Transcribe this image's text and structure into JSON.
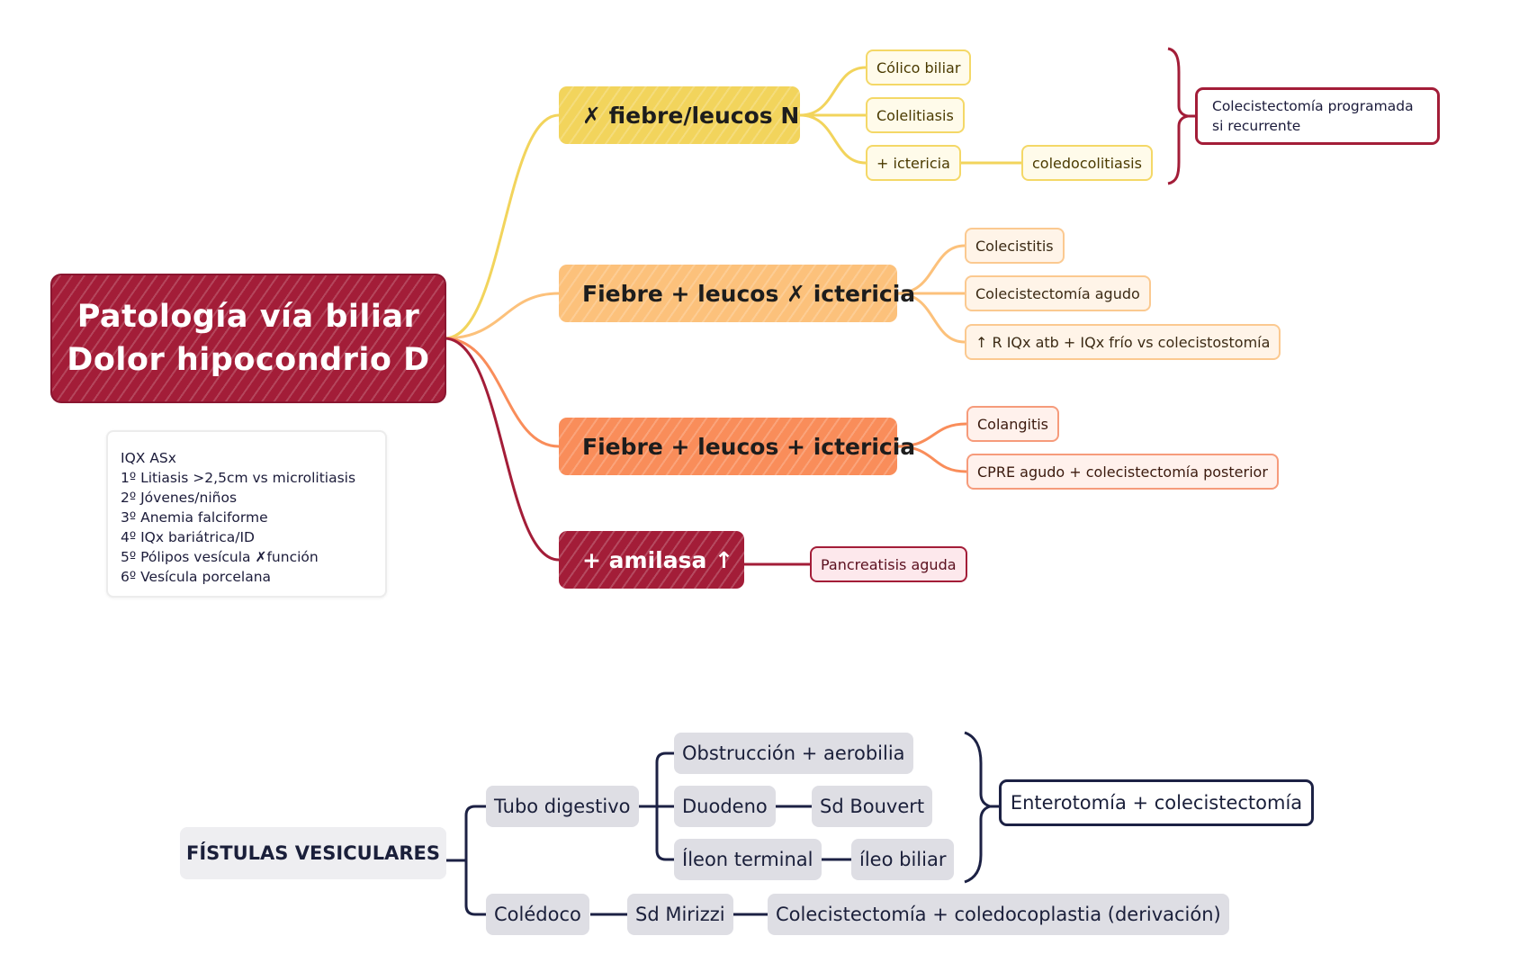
{
  "colors": {
    "root": "#a31d38",
    "branch_yellow": "#f2d45c",
    "branch_light_orange": "#fcc17b",
    "branch_orange": "#f98d5a",
    "branch_red": "#a31d38",
    "navy": "#1c2144",
    "gray_node": "#dedee4"
  },
  "mindmap": {
    "root": {
      "line1": "Patología vía biliar",
      "line2": "Dolor hipocondrio D"
    },
    "branches": [
      {
        "label": "✗ fiebre/leucos N",
        "items": [
          "Cólico biliar",
          "Colelitiasis",
          "+ ictericia"
        ],
        "sub_item": "coledocolitiasis",
        "outcome": "Colecistectomía programada si recurrente"
      },
      {
        "label": "Fiebre + leucos ✗ ictericia",
        "items": [
          "Colecistitis",
          "Colecistectomía agudo",
          "↑ R IQx atb + IQx frío vs colecistostomía"
        ]
      },
      {
        "label": "Fiebre + leucos + ictericia",
        "items": [
          "Colangitis",
          "CPRE agudo + colecistectomía posterior"
        ]
      },
      {
        "label": "+ amilasa ↑",
        "items": [
          "Pancreatisis aguda"
        ]
      }
    ],
    "note": [
      "IQX ASx",
      "1º Litiasis >2,5cm vs microlitiasis",
      "2º Jóvenes/niños",
      "3º Anemia falciforme",
      "4º IQx bariátrica/ID",
      "5º Pólipos vesícula ✗función",
      "6º Vesícula porcelana"
    ]
  },
  "fistulas": {
    "root": "FÍSTULAS VESICULARES",
    "tubo_digestivo": "Tubo digestivo",
    "obstruccion": "Obstrucción + aerobilia",
    "duodeno": "Duodeno",
    "sd_bouvert": "Sd Bouvert",
    "ileon_terminal": "Íleon terminal",
    "ileo_biliar": "íleo biliar",
    "enterotomia": "Enterotomía + colecistectomía",
    "coledoco": "Colédoco",
    "sd_mirizzi": "Sd Mirizzi",
    "coledocoplastia": "Colecistectomía + coledocoplastia (derivación)"
  }
}
